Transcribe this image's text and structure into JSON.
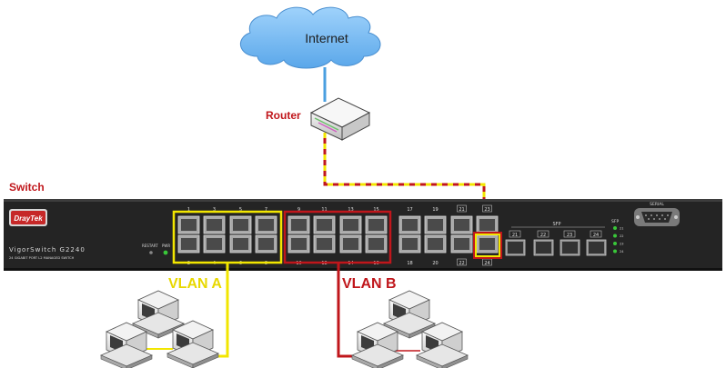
{
  "cloud": {
    "label": "Internet"
  },
  "router": {
    "label": "Router"
  },
  "switch": {
    "label": "Switch",
    "brand": "DrayTek",
    "model": "VigorSwitch G2240",
    "subtitle": "24 GIGABIT PORT L2 MANAGED SWITCH",
    "restart_label": "RESTART",
    "pwr_label": "PWR",
    "serial_label": "SERIAL",
    "sfp_label": "SFP",
    "sfp_led_label": "SFP",
    "sfp_ports": [
      "21",
      "22",
      "23",
      "24"
    ],
    "sfp_led_numbers": [
      "21",
      "22",
      "23",
      "24"
    ],
    "top_port_numbers": [
      "1",
      "3",
      "5",
      "7",
      "9",
      "11",
      "13",
      "15",
      "17",
      "19",
      "21",
      "23"
    ],
    "bottom_port_numbers": [
      "2",
      "4",
      "6",
      "8",
      "10",
      "12",
      "14",
      "16",
      "18",
      "20",
      "22",
      "24"
    ]
  },
  "vlans": [
    {
      "name": "VLAN A",
      "color": "#f2e600",
      "ports": "1-8"
    },
    {
      "name": "VLAN B",
      "color": "#c0161b",
      "ports": "9-16"
    }
  ],
  "colors": {
    "uplink_blue": "#4a9fe0",
    "trunk_red": "#c0161b",
    "trunk_yellow": "#f2e600",
    "switch_body": "#222222",
    "cloud": "#79b9f0"
  }
}
